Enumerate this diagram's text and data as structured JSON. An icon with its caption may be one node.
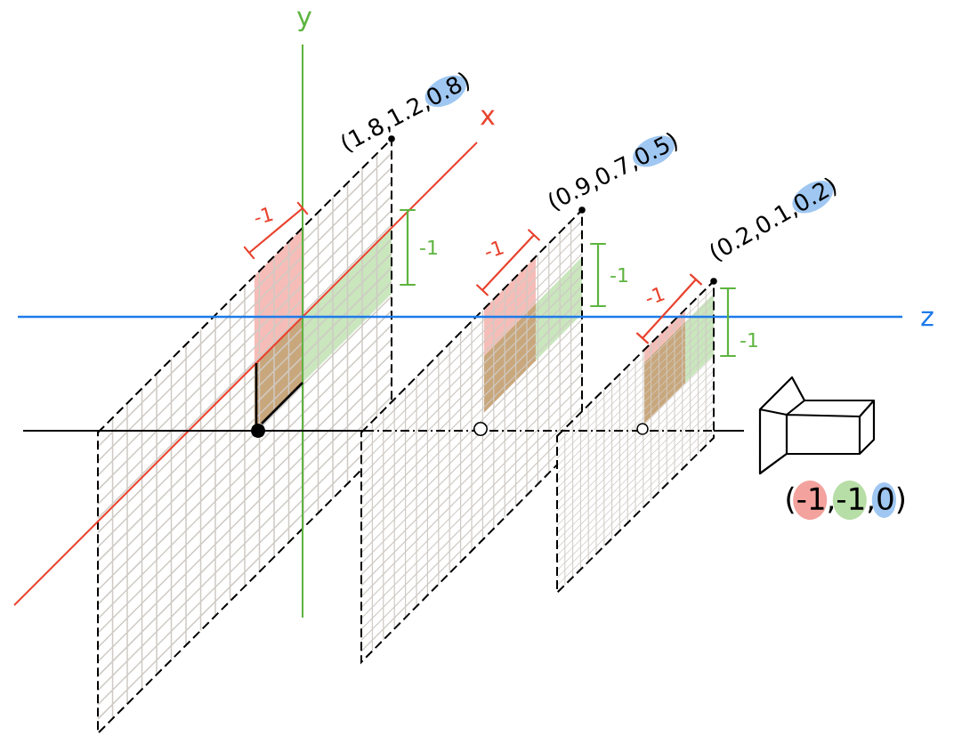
{
  "diagram": {
    "labels": [
      "y",
      "x",
      "z",
      "(1.8,1.2,0.8)",
      "-1",
      "-1",
      "(0.9,0.7,0.5)",
      "-1",
      "-1",
      "(0.2,0.1,0.2)",
      "-1",
      "-1",
      "(-1,-1,0)"
    ]
  }
}
